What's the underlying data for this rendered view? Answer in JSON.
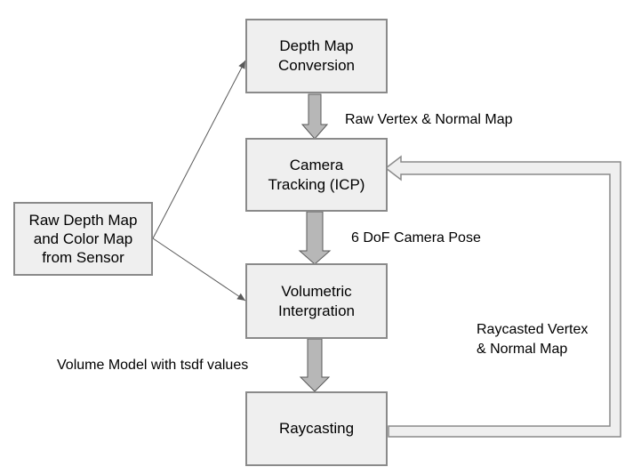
{
  "diagram": {
    "nodes": {
      "depth_map_conversion": "Depth Map\nConversion",
      "camera_tracking": "Camera\nTracking (ICP)",
      "volumetric_integration": "Volumetric\nIntergration",
      "raycasting": "Raycasting",
      "raw_input": "Raw Depth Map\nand Color Map\nfrom Sensor"
    },
    "edge_labels": {
      "vertex_normal_map": "Raw Vertex & Normal Map",
      "camera_pose": "6 DoF Camera Pose",
      "volume_model": "Volume Model with tsdf values",
      "raycasted_map": "Raycasted Vertex\n& Normal Map"
    },
    "colors": {
      "box_fill": "#efefef",
      "box_border": "#8a8a8a",
      "block_arrow_fill": "#b7b7b7",
      "block_arrow_stroke": "#595959",
      "thin_arrow": "#595959"
    }
  }
}
